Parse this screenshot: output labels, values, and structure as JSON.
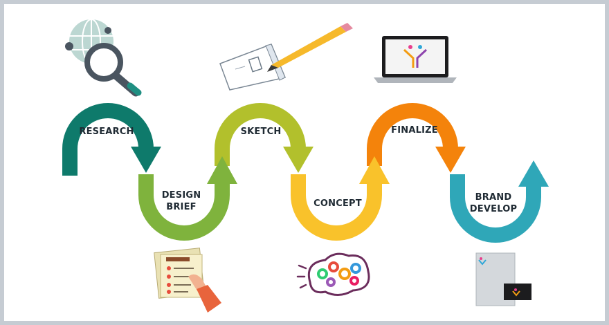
{
  "steps": [
    {
      "label": "RESEARCH"
    },
    {
      "label": "DESIGN",
      "label2": "BRIEF"
    },
    {
      "label": "SKETCH"
    },
    {
      "label": "CONCEPT"
    },
    {
      "label": "FINALIZE"
    },
    {
      "label": "BRAND",
      "label2": "DEVELOP"
    }
  ],
  "colors": {
    "research": "#0e7a6b",
    "design_brief": "#7fb33d",
    "sketch": "#b2c02c",
    "concept": "#f9c22b",
    "finalize": "#f4830b",
    "brand_develop": "#2fa7b8",
    "frame": "#c6ccd3"
  },
  "icons": [
    "globe-magnifier-icon",
    "pencil-sketch-icon",
    "laptop-logo-icon",
    "checklist-icon",
    "gears-brain-icon",
    "brand-stationery-icon"
  ]
}
